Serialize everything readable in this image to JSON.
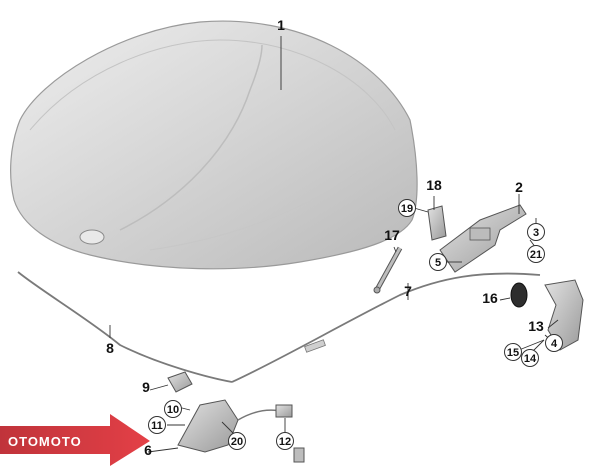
{
  "labels": {
    "p1": "1",
    "p2": "2",
    "p3": "3",
    "p4": "4",
    "p5": "5",
    "p6": "6",
    "p7": "7",
    "p8": "8",
    "p9": "9",
    "p10": "10",
    "p11": "11",
    "p12": "12",
    "p13": "13",
    "p14": "14",
    "p15": "15",
    "p16": "16",
    "p17": "17",
    "p18": "18",
    "p19": "19",
    "p20": "20",
    "p21": "21"
  },
  "watermark": "OTOMOTO",
  "colors": {
    "part_fill": "#d6d6d6",
    "outline": "#444444",
    "watermark_arrow": "#d3202a"
  }
}
